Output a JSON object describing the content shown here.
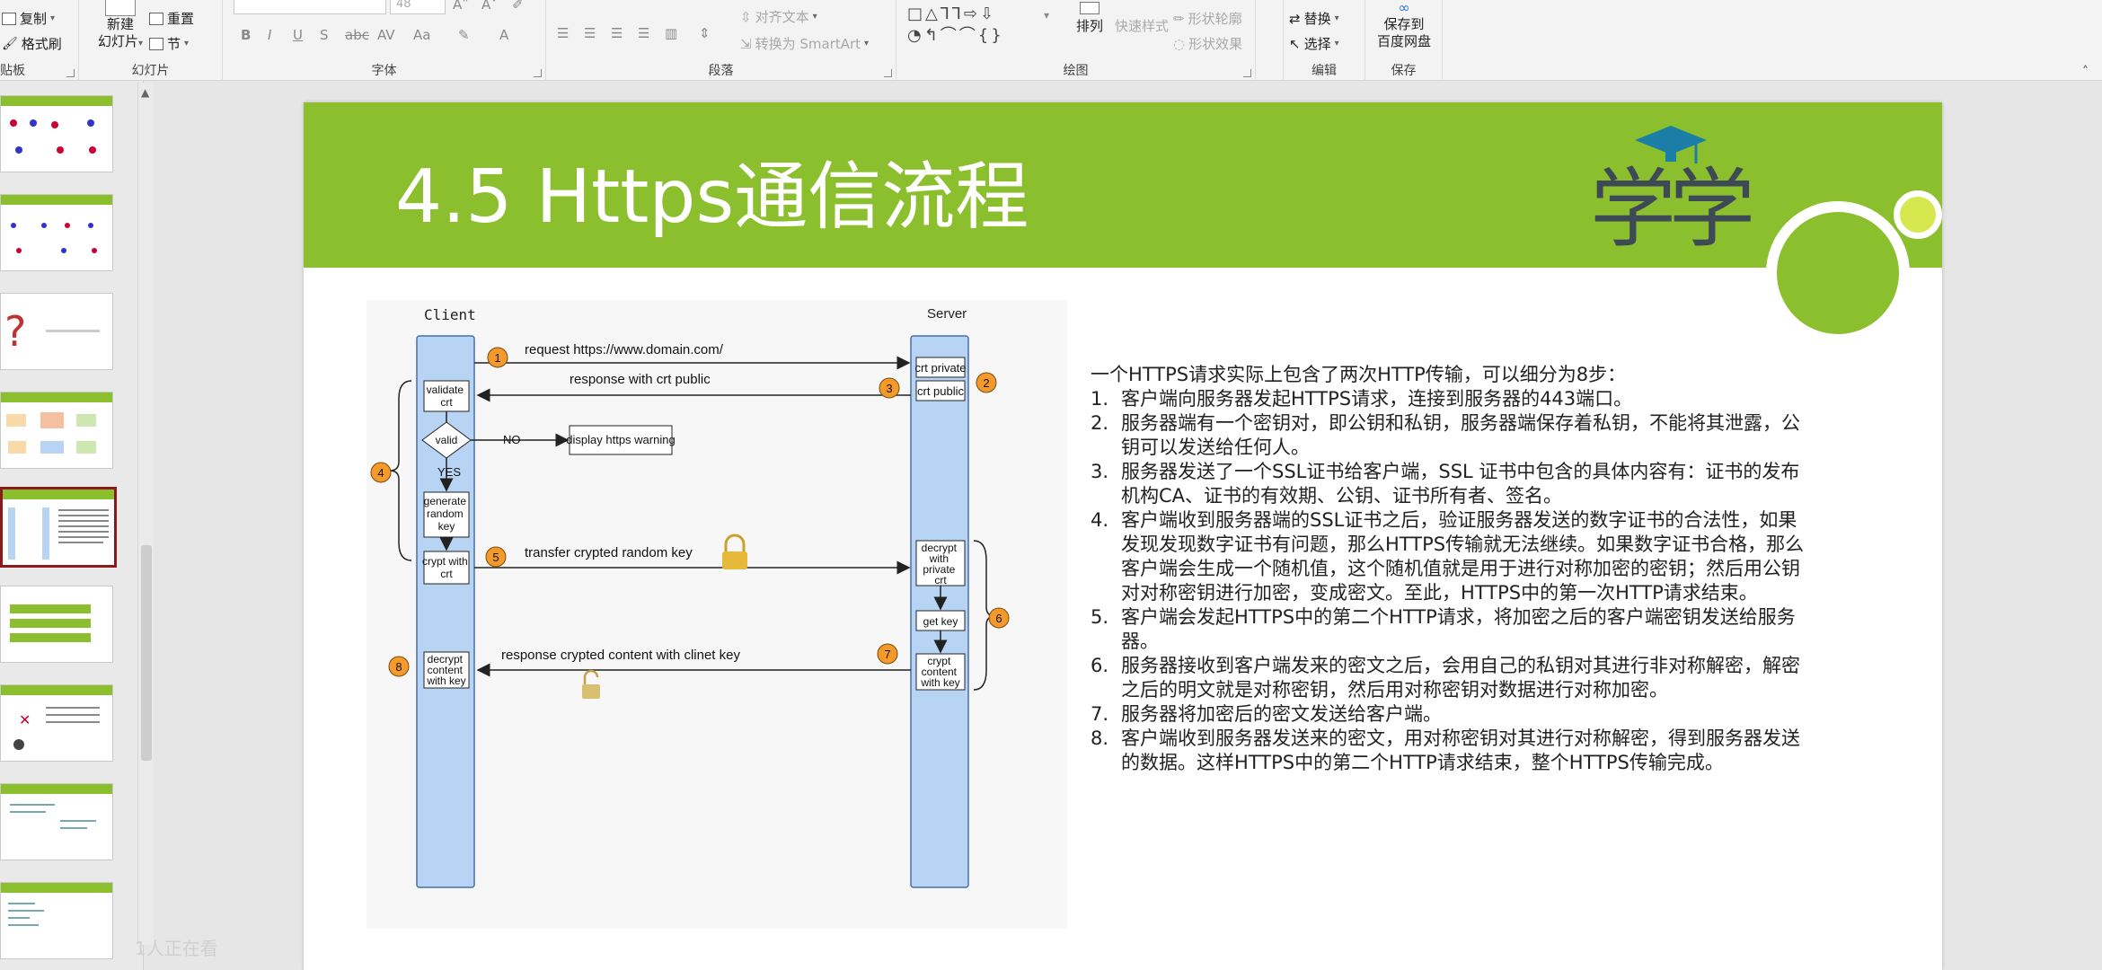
{
  "ribbon": {
    "clipboard": {
      "copy": "复制",
      "format_painter": "格式刷",
      "label": "贴板"
    },
    "slides": {
      "new_slide": "新建",
      "new_slide2": "幻灯片",
      "reset": "重置",
      "section": "节",
      "label": "幻灯片"
    },
    "font": {
      "label": "字体",
      "font_size": "48"
    },
    "paragraph": {
      "align_text": "对齐文本",
      "to_smartart": "转换为 SmartArt",
      "label": "段落"
    },
    "drawing": {
      "arrange": "排列",
      "quick_styles": "快速样式",
      "shape_outline": "形状轮廓",
      "shape_effect": "形状效果",
      "label": "绘图"
    },
    "editing": {
      "replace": "替换",
      "select": "选择",
      "label": "编辑"
    },
    "save": {
      "save_to": "保存到",
      "baidu": "百度网盘",
      "label": "保存"
    }
  },
  "watermark": "1人正在看",
  "slide": {
    "title": "4.5 Https通信流程",
    "logo_text": "学"
  },
  "diagram": {
    "client": "Client",
    "server": "Server",
    "msg1": "request https://www.domain.com/",
    "msg3": "response with crt public",
    "msg5": "transfer crypted random key",
    "msg7": "response crypted content with clinet key",
    "crt_private": "crt private",
    "crt_public": "crt public",
    "validate": [
      "validate",
      "crt"
    ],
    "valid": "valid",
    "no": "NO",
    "yes": "YES",
    "warning": "display https warning",
    "generate": [
      "generate",
      "random",
      "key"
    ],
    "crypt_crt": [
      "crypt with",
      "crt"
    ],
    "decrypt_private": [
      "decrypt",
      "with",
      "private",
      "crt"
    ],
    "get_key": "get key",
    "crypt_content": [
      "crypt",
      "content",
      "with key"
    ],
    "decrypt_content": [
      "decrypt",
      "content",
      "with key"
    ],
    "badges": [
      "1",
      "2",
      "3",
      "4",
      "5",
      "6",
      "7",
      "8"
    ]
  },
  "steps": {
    "intro": "一个HTTPS请求实际上包含了两次HTTP传输，可以细分为8步：",
    "items": [
      "客户端向服务器发起HTTPS请求，连接到服务器的443端口。",
      "服务器端有一个密钥对，即公钥和私钥，服务器端保存着私钥，不能将其泄露，公钥可以发送给任何人。",
      "服务器发送了一个SSL证书给客户端，SSL 证书中包含的具体内容有：证书的发布机构CA、证书的有效期、公钥、证书所有者、签名。",
      "客户端收到服务器端的SSL证书之后，验证服务器发送的数字证书的合法性，如果发现发现数字证书有问题，那么HTTPS传输就无法继续。如果数字证书合格，那么客户端会生成一个随机值，这个随机值就是用于进行对称加密的密钥；然后用公钥对对称密钥进行加密，变成密文。至此，HTTPS中的第一次HTTP请求结束。",
      "客户端会发起HTTPS中的第二个HTTP请求，将加密之后的客户端密钥发送给服务器。",
      "服务器接收到客户端发来的密文之后，会用自己的私钥对其进行非对称解密，解密之后的明文就是对称密钥，然后用对称密钥对数据进行对称加密。",
      "服务器将加密后的密文发送给客户端。",
      "客户端收到服务器发送来的密文，用对称密钥对其进行对称解密，得到服务器发送的数据。这样HTTPS中的第二个HTTP请求结束，整个HTTPS传输完成。"
    ]
  },
  "colors": {
    "green": "#8bbf2e",
    "lifeline": "#b8d4f5",
    "badge": "#f39a2b"
  }
}
